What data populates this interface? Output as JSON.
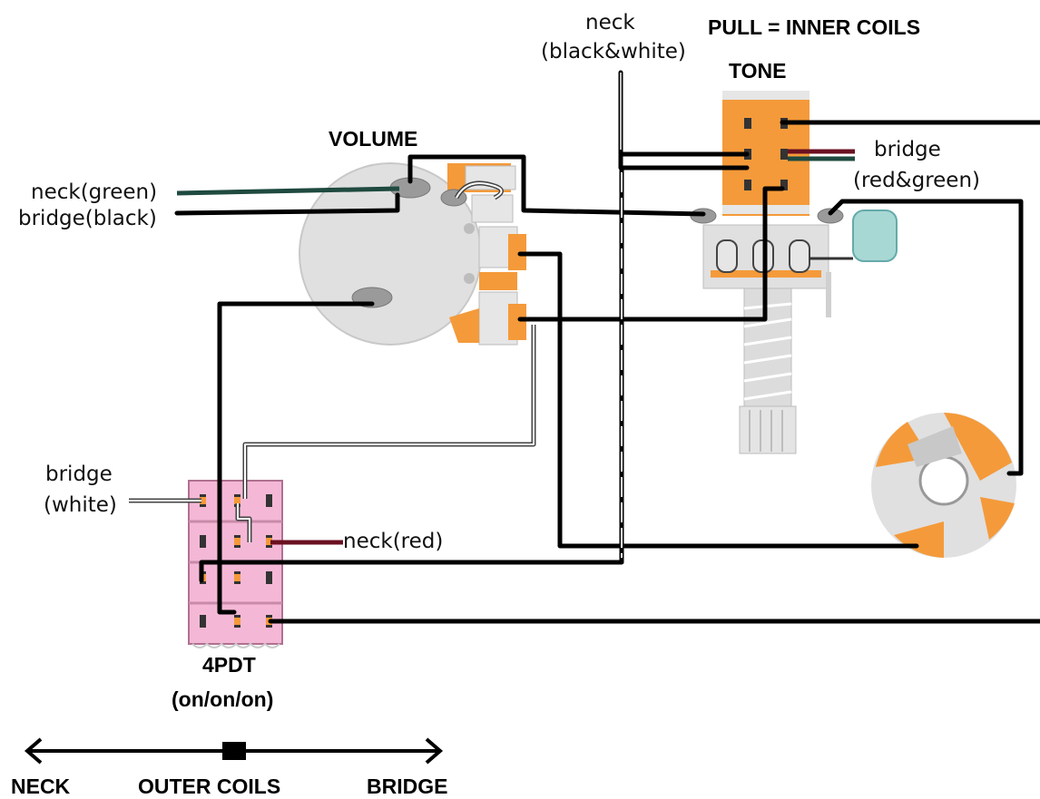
{
  "labels": {
    "pull_inner_coils": "PULL = INNER COILS",
    "tone": "TONE",
    "volume": "VOLUME",
    "neck_bw_top": "neck",
    "neck_bw_bottom": "(black&white)",
    "bridge_rg_top": "bridge",
    "bridge_rg_bottom": "(red&green)",
    "neck_green": "neck(green)",
    "bridge_black": "bridge(black)",
    "bridge_white_top": "bridge",
    "bridge_white_bottom": "(white)",
    "neck_red": "neck(red)",
    "switch_name": "4PDT",
    "switch_mode": "(on/on/on)",
    "pos_neck": "NECK",
    "pos_outer": "OUTER COILS",
    "pos_bridge": "BRIDGE"
  },
  "colors": {
    "wire_black": "#000000",
    "wire_green": "#1f4a3f",
    "wire_red": "#6b1020",
    "pot_body": "#e0e0e0",
    "tone_switch": "#f49a3a",
    "switch_pink": "#f4b8d6",
    "capacitor": "#a8d8d4",
    "lug_orange": "#f49a3a"
  }
}
